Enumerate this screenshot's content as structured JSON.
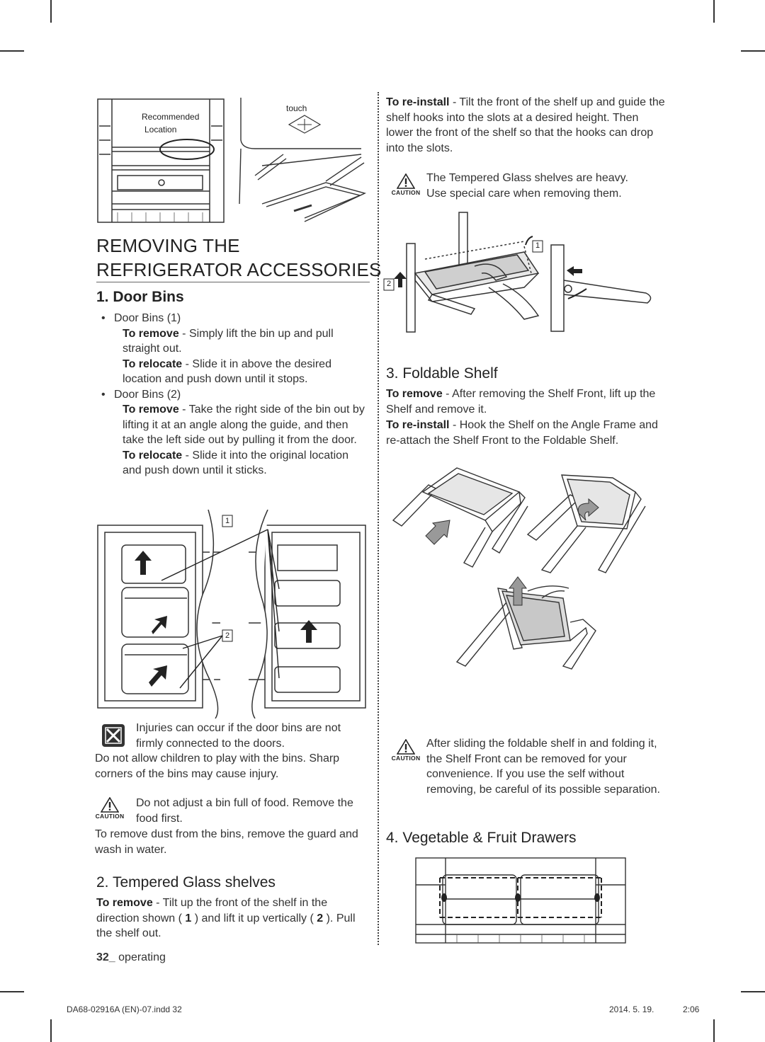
{
  "section_title": {
    "line1": "REMOVING THE",
    "line2": "REFRIGERATOR ACCESSORIES"
  },
  "figures": {
    "top_left": {
      "label1": "Recommended",
      "label2": "Location",
      "touch": "touch"
    },
    "door_callouts": {
      "c1": "1",
      "c2": "2"
    },
    "shelf_callouts": {
      "c1": "1",
      "c2": "2"
    }
  },
  "door_bins": {
    "heading": "1. Door Bins",
    "item1_title": "Door Bins (1)",
    "item1_remove_label": "To remove",
    "item1_remove_text": " - Simply lift the bin up and pull straight out.",
    "item1_relocate_label": "To relocate",
    "item1_relocate_text": " - Slide it in above the desired location and push down until it stops.",
    "item2_title": "Door Bins (2)",
    "item2_remove_label": "To remove",
    "item2_remove_text": " - Take the right side of the bin out by lifting it at an angle along the guide, and then take the left side out by pulling it from the door.",
    "item2_relocate_label": "To relocate",
    "item2_relocate_text": " - Slide it into the original location and push down until it sticks.",
    "note_text": "Injuries can occur if the door bins are not firmly connected to the doors.",
    "note_after": "Do not allow children to play with the bins. Sharp corners of the bins may cause injury.",
    "caution_text": "Do not adjust a bin full of food. Remove the food first.",
    "caution_after": "To remove dust from the bins, remove the guard and wash in water."
  },
  "glass_shelves": {
    "heading": "2. Tempered Glass shelves",
    "remove_label": "To remove",
    "remove_text_a": " - Tilt up the front of the shelf in the direction shown ( ",
    "num1": "1",
    "remove_text_b": " ) and lift it up vertically ( ",
    "num2": "2",
    "remove_text_c": " ). Pull the shelf out.",
    "reinstall_label": "To re-install",
    "reinstall_text": " - Tilt the front of the shelf up and guide the shelf hooks into the slots at a desired height. Then lower the front of the shelf so that the hooks can drop into the slots.",
    "caution_text": "The Tempered Glass shelves are heavy. Use special care when removing them."
  },
  "foldable_shelf": {
    "heading": "3. Foldable Shelf",
    "remove_label": "To remove",
    "remove_text": " - After removing the Shelf Front, lift up the Shelf and remove it.",
    "reinstall_label": "To re-install",
    "reinstall_text": " - Hook the Shelf on the Angle Frame and re-attach the Shelf Front to the Foldable Shelf.",
    "caution_text": "After sliding the foldable shelf in and folding it, the Shelf Front can be removed for your convenience. If you use the self without removing, be careful of its possible separation."
  },
  "veg_drawers": {
    "heading": "4. Vegetable & Fruit Drawers"
  },
  "caution_word": "CAUTION",
  "page_footer": {
    "number": "32_",
    "section": " operating"
  },
  "print_footer": {
    "file": "DA68-02916A (EN)-07.indd   32",
    "date": "2014. 5. 19.",
    "time": "2:06"
  }
}
